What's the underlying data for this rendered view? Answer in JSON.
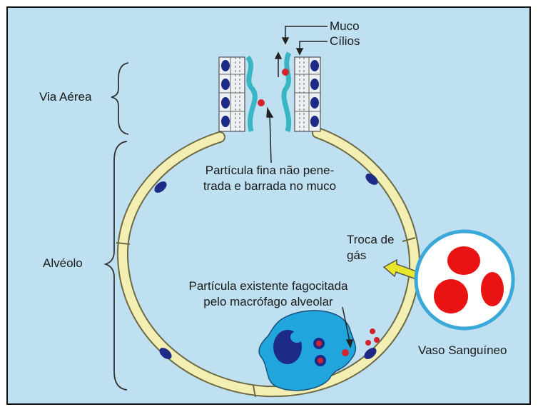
{
  "labels": {
    "airway": "Via Aérea",
    "alveolus": "Alvéolo",
    "mucus": "Muco",
    "cilia": "Cílios",
    "fine_particle_line1": "Partícula fina não pene-",
    "fine_particle_line2": "trada e barrada no muco",
    "gas_exchange_line1": "Troca de",
    "gas_exchange_line2": "gás",
    "phagocytosed_line1": "Partícula existente fagocitada",
    "phagocytosed_line2": "pelo macrófago alveolar",
    "blood_vessel": "Vaso Sanguíneo"
  },
  "colors": {
    "background": "#bfe0f0",
    "border": "#111111",
    "wall_fill": "#f3eeb2",
    "wall_stroke": "#6d6a44",
    "cell_fill": "#eef1f3",
    "nucleus": "#1d2a86",
    "mucus": "#38b6c4",
    "particle": "#d4232d",
    "macrophage": "#20a6dc",
    "arrow": "#e8e62a",
    "vessel_ring": "#3aa8d8",
    "red_cell": "#ea1313"
  }
}
